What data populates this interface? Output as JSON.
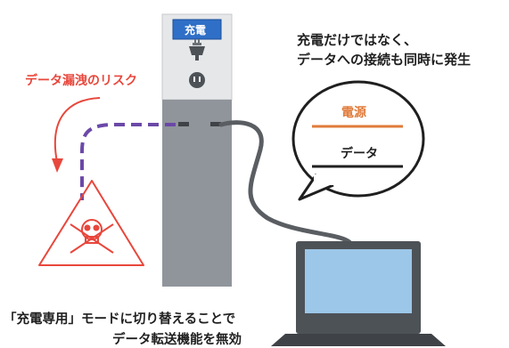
{
  "charging_station": {
    "sign_label": "充電"
  },
  "speech_bubble": {
    "caption_line1": "充電だけではなく、",
    "caption_line2": "データへの接続も同時に発生",
    "power_label": "電源",
    "data_label": "データ"
  },
  "risk": {
    "label": "データ漏洩のリスク"
  },
  "mode_caption": {
    "line1": "「充電専用」モードに切り替えることで",
    "line2": "データ転送機能を無効"
  },
  "colors": {
    "accent_blue": "#2f6fc7",
    "risk_red": "#e8473c",
    "power_orange": "#e07b3a",
    "data_purple": "#6b49a8",
    "station_gray": "#7c8188",
    "laptop_screen": "#9cc7e8"
  }
}
